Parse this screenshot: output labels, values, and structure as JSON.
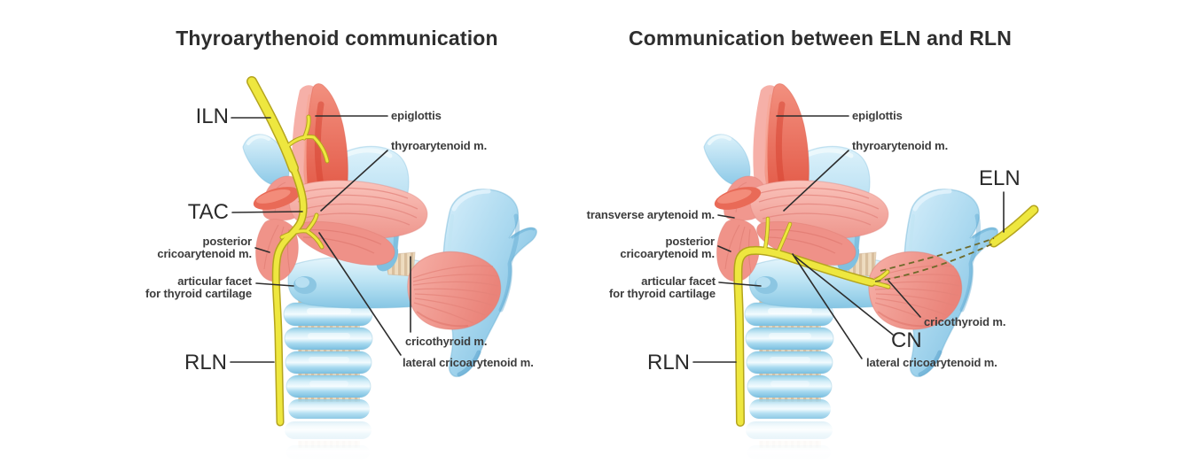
{
  "figure": {
    "type": "anatomical-diagram",
    "subject": "larynx nerve communications"
  },
  "panels": [
    {
      "id": "left",
      "title": "Thyroarythenoid communication",
      "labels": {
        "iln": "ILN",
        "tac": "TAC",
        "rln": "RLN",
        "epiglottis": "epiglottis",
        "thyroarytenoid": "thyroarytenoid m.",
        "posterior_line1": "posterior",
        "posterior_line2": "cricoarytenoid m.",
        "articular_line1": "articular facet",
        "articular_line2": "for thyroid cartilage",
        "cricothyroid": "cricothyroid m.",
        "lateral": "lateral cricoarytenoid m."
      }
    },
    {
      "id": "right",
      "title": "Communication between ELN and RLN",
      "labels": {
        "transverse": "transverse arytenoid m.",
        "posterior_line1": "posterior",
        "posterior_line2": "cricoarytenoid m.",
        "articular_line1": "articular facet",
        "articular_line2": "for thyroid cartilage",
        "rln": "RLN",
        "eln": "ELN",
        "cn": "CN",
        "epiglottis": "epiglottis",
        "thyroarytenoid": "thyroarytenoid m.",
        "cricothyroid": "cricothyroid m.",
        "lateral": "lateral cricoarytenoid m."
      }
    }
  ],
  "colors": {
    "background": "#ffffff",
    "title_text": "#2e2e2e",
    "label_text": "#3c3c3c",
    "connector_line": "#2d2d2d",
    "nerve_yellow": "#eee73f",
    "nerve_outline": "#b3a21c",
    "muscle_pink": "#f2a098",
    "muscle_deep_pink": "#e97c71",
    "epiglottis_red": "#e35442",
    "cartilage_blue": "#9dd4ec",
    "cartilage_deep_blue": "#5fa9d2",
    "trachea_beige": "#eedcc0",
    "dashed_nerve_path": "#6e6a2b"
  }
}
